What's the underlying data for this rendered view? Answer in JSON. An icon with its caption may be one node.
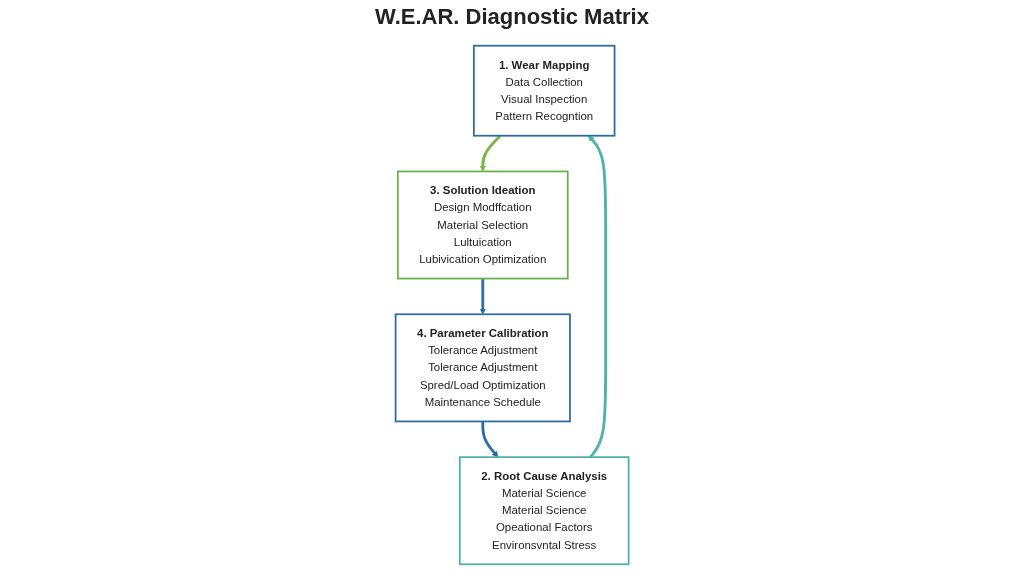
{
  "diagram": {
    "title": "W.E.AR. Diagnostic Matrix",
    "nodes": [
      {
        "text": [
          "1. Wear Mapping",
          "Data Collection",
          "Visual Inspection",
          "Pattern Recogntion"
        ]
      },
      {
        "text": [
          "2. Root Cause Analysis",
          "Material Science",
          "Material Science",
          "Opeational Factors",
          "Environsvntal Stress"
        ]
      },
      {
        "text": [
          "3. Solution Ideation",
          "Design Modffcation",
          "Material Selection",
          "Lultuication",
          "Lubivication Optimization"
        ]
      },
      {
        "text": [
          "4. Parameter Calibration",
          "Tolerance Adjustment",
          "Tolerance Adjustment",
          "Spred/Load Optimization",
          "Maintenance Schedule"
        ]
      }
    ],
    "edges": [
      {
        "from": 0,
        "to": 2,
        "arrow": "to",
        "color": "#7ab648"
      },
      {
        "from": 2,
        "to": 3,
        "arrow": "to",
        "color": "#2e6da4"
      },
      {
        "from": 3,
        "to": 1,
        "arrow": "to",
        "color": "#2e6da4"
      },
      {
        "from": 1,
        "to": 0,
        "arrow": "to",
        "color": "#4fb3a5"
      }
    ]
  }
}
